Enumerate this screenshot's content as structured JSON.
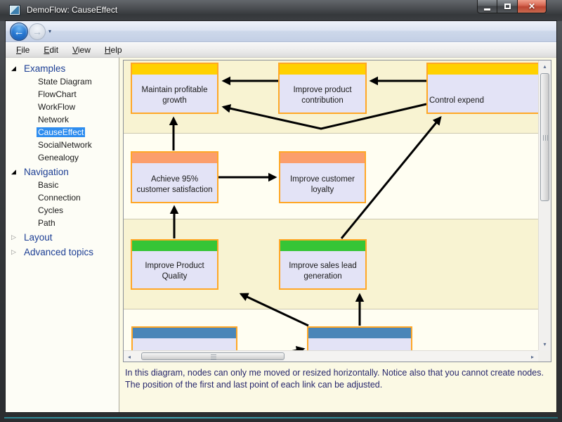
{
  "window": {
    "title": "DemoFlow: CauseEffect",
    "controls": {
      "minimize": "minimize",
      "maximize": "maximize",
      "close": "close"
    }
  },
  "toolbar": {
    "back_icon": "back-arrow",
    "forward_icon": "forward-arrow",
    "dropdown_icon": "chevron-down",
    "back_glyph": "←",
    "forward_glyph": "→",
    "dropdown_glyph": "▾"
  },
  "menu": {
    "items": [
      {
        "key": "F",
        "rest": "ile"
      },
      {
        "key": "E",
        "rest": "dit"
      },
      {
        "key": "V",
        "rest": "iew"
      },
      {
        "key": "H",
        "rest": "elp"
      }
    ]
  },
  "sidebar": {
    "selected": "CauseEffect",
    "glyphs": {
      "expanded": "◢",
      "collapsed": "▷"
    },
    "sections": [
      {
        "label": "Examples",
        "expanded": true,
        "children": [
          "State Diagram",
          "FlowChart",
          "WorkFlow",
          "Network",
          "CauseEffect",
          "SocialNetwork",
          "Genealogy"
        ]
      },
      {
        "label": "Navigation",
        "expanded": true,
        "children": [
          "Basic",
          "Connection",
          "Cycles",
          "Path"
        ]
      },
      {
        "label": "Layout",
        "expanded": false,
        "children": []
      },
      {
        "label": "Advanced topics",
        "expanded": false,
        "children": []
      }
    ]
  },
  "diagram": {
    "lane_colors": [
      "#F8F3D2",
      "#FFFEF2",
      "#F8F3D2",
      "#FFFEF2"
    ],
    "node_body_color": "#E3E3F6",
    "node_border_color": "#FFA726",
    "header_colors": {
      "gold": "#FFD100",
      "salmon": "#FB9E6C",
      "green": "#36C536",
      "blue": "#4A86B8"
    },
    "nodes": [
      {
        "label": "Maintain profitable growth",
        "header": "gold"
      },
      {
        "label": "Improve product contribution",
        "header": "gold"
      },
      {
        "label": "Control expend",
        "header": "gold"
      },
      {
        "label": "Achieve 95% customer satisfaction",
        "header": "salmon"
      },
      {
        "label": "Improve customer loyalty",
        "header": "salmon"
      },
      {
        "label": "Improve Product Quality",
        "header": "green"
      },
      {
        "label": "Improve sales lead generation",
        "header": "green"
      },
      {
        "label": "",
        "header": "blue"
      },
      {
        "label": "",
        "header": "blue"
      }
    ],
    "links": [
      {
        "from": "Improve product contribution",
        "to": "Maintain profitable growth"
      },
      {
        "from": "Control expend",
        "to": "Improve product contribution"
      },
      {
        "from": "Control expend",
        "to": "Maintain profitable growth"
      },
      {
        "from": "Achieve 95% customer satisfaction",
        "to": "Maintain profitable growth"
      },
      {
        "from": "Achieve 95% customer satisfaction",
        "to": "Improve customer loyalty"
      },
      {
        "from": "Improve Product Quality",
        "to": "Achieve 95% customer satisfaction"
      },
      {
        "from": "Improve sales lead generation",
        "to": "Control expend"
      },
      {
        "from": "blue-node-right",
        "to": "Improve sales lead generation"
      },
      {
        "from": "blue-node-right",
        "to": "Improve Product Quality"
      },
      {
        "from": "blue-node-left",
        "to": "blue-node-right"
      }
    ]
  },
  "scrollbars": {
    "up": "▴",
    "down": "▾",
    "left": "◂",
    "right": "▸"
  },
  "description": {
    "text": "In this diagram, nodes can only me moved or resized horizontally. Notice also that you cannot create nodes. The position of the first and last point of each link can be adjusted."
  },
  "colors": {
    "selection": "#2E8DEF",
    "sidebar_header_text": "#1C3E94",
    "description_text": "#26266C",
    "link_color": "#000000",
    "close_button": "#C65441"
  }
}
